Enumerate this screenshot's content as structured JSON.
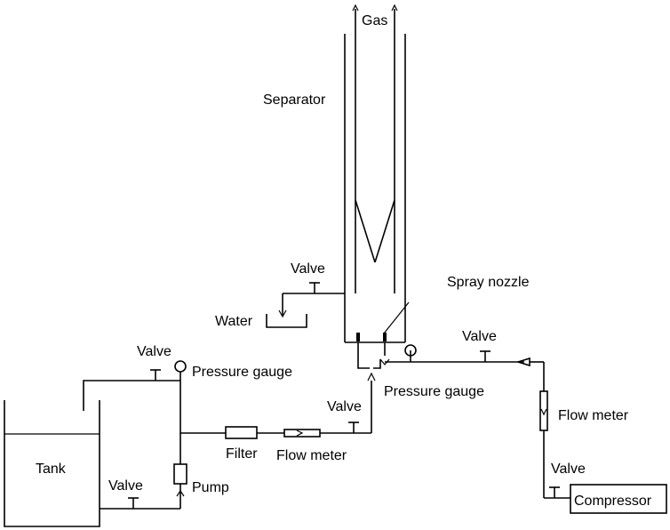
{
  "labels": {
    "gas": "Gas",
    "separator": "Separator",
    "valve_water": "Valve",
    "water": "Water",
    "spray_nozzle": "Spray nozzle",
    "valve_air": "Valve",
    "pressure_gauge_air": "Pressure gauge",
    "valve_top_left": "Valve",
    "pressure_gauge_left": "Pressure gauge",
    "valve_liquid": "Valve",
    "filter": "Filter",
    "flow_meter_liquid": "Flow meter",
    "flow_meter_air": "Flow meter",
    "valve_compressor": "Valve",
    "compressor": "Compressor",
    "tank": "Tank",
    "valve_tank": "Valve",
    "pump": "Pump"
  },
  "colors": {
    "line": "#000000",
    "background": "#ffffff"
  }
}
